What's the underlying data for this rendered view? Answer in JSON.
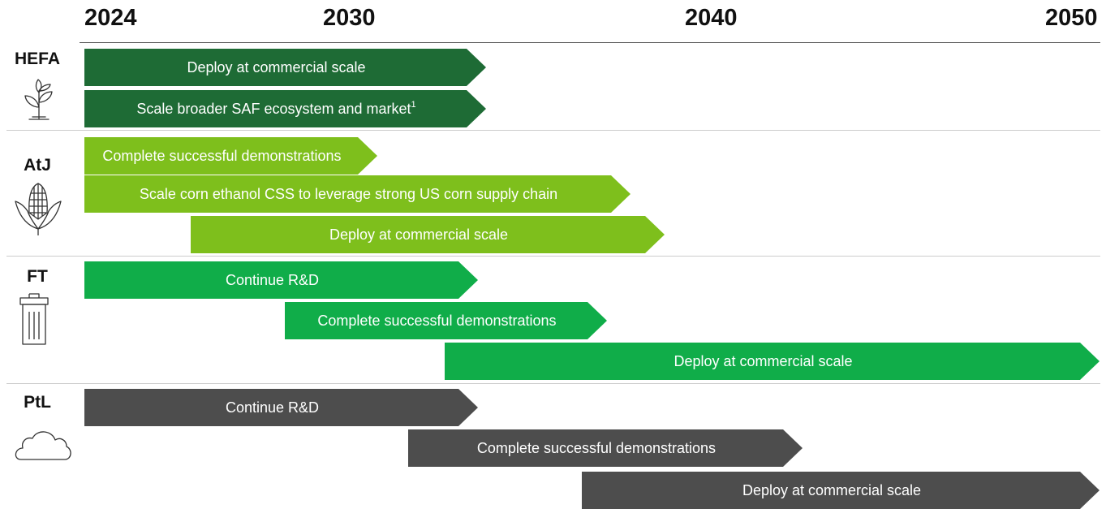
{
  "timeline": {
    "years": [
      "2024",
      "2030",
      "2040",
      "2050"
    ]
  },
  "pathways": [
    {
      "label": "HEFA",
      "icon": "plant-sprout-icon",
      "color": "#1e6b35",
      "bars": [
        {
          "text": "Deploy at commercial scale"
        },
        {
          "text": "Scale broader SAF ecosystem and market",
          "footnote": "1"
        }
      ]
    },
    {
      "label": "AtJ",
      "icon": "corn-icon",
      "color": "#7ebf1c",
      "bars": [
        {
          "text": "Complete successful demonstrations"
        },
        {
          "text": "Scale corn ethanol CSS to leverage strong US corn supply chain"
        },
        {
          "text": "Deploy at commercial scale"
        }
      ]
    },
    {
      "label": "FT",
      "icon": "trash-bin-icon",
      "color": "#10ad49",
      "bars": [
        {
          "text": "Continue R&D"
        },
        {
          "text": "Complete successful demonstrations"
        },
        {
          "text": "Deploy at commercial scale"
        }
      ]
    },
    {
      "label": "PtL",
      "icon": "cloud-icon",
      "color": "#4d4d4d",
      "bars": [
        {
          "text": "Continue R&D"
        },
        {
          "text": "Complete successful demonstrations"
        },
        {
          "text": "Deploy at commercial scale"
        }
      ]
    }
  ]
}
